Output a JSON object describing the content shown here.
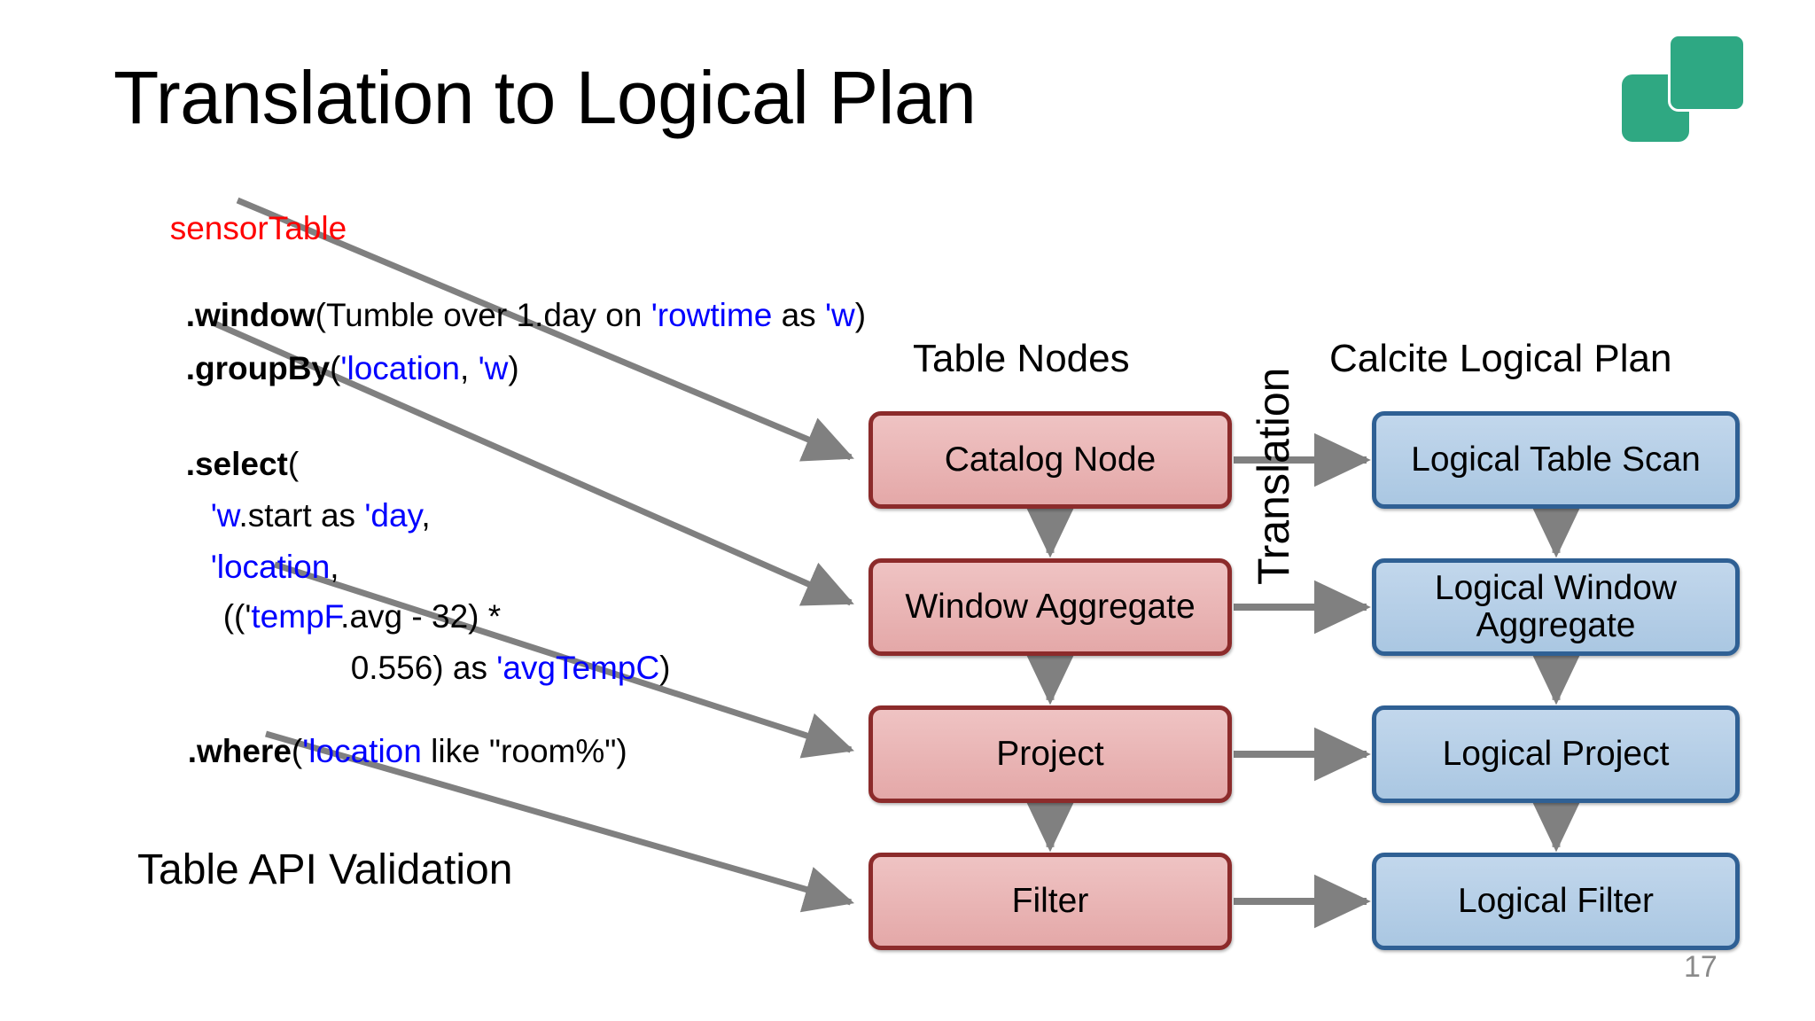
{
  "slide": {
    "title": "Translation to Logical Plan",
    "page_number": "17",
    "background_color": "#ffffff"
  },
  "logo": {
    "name": "data-artisans-logo",
    "color": "#2fa882"
  },
  "code_block": {
    "caption": "Table API Validation",
    "table_name": "sensorTable",
    "table_name_color": "#ff0000",
    "symbol_color": "#0000ff",
    "lines": [
      {
        "id": "l0",
        "text": "sensorTable"
      },
      {
        "id": "l1",
        "method": ".window",
        "rest_a": "(Tumble over 1.day on ",
        "sym_a": "'rowtime",
        "rest_b": " as ",
        "sym_b": "'w",
        "rest_c": ")"
      },
      {
        "id": "l2",
        "method": ".groupBy",
        "rest_a": "(",
        "sym_a": "'location",
        "rest_b": ", ",
        "sym_b": "'w",
        "rest_c": ")"
      },
      {
        "id": "l3",
        "method": ".select",
        "rest_a": "("
      },
      {
        "id": "l4",
        "sym_a": "'w",
        "rest_a": ".start as ",
        "sym_b": "'day",
        "rest_b": ","
      },
      {
        "id": "l5",
        "sym_a": "'location",
        "rest_a": ","
      },
      {
        "id": "l6",
        "rest_a": "(('",
        "sym_a": "tempF",
        "rest_b": ".avg - 32) *"
      },
      {
        "id": "l7",
        "rest_a": "0.556) as ",
        "sym_a": "'avgTempC",
        "rest_b": ")"
      },
      {
        "id": "l8",
        "method": ".where",
        "rest_a": "(",
        "sym_a": "'location",
        "rest_b": " like \"room%\")"
      }
    ]
  },
  "columns": {
    "table_nodes_heading": "Table Nodes",
    "calcite_heading": "Calcite Logical Plan",
    "translation_label": "Translation"
  },
  "table_nodes": [
    {
      "label": "Catalog Node"
    },
    {
      "label": "Window Aggregate"
    },
    {
      "label": "Project"
    },
    {
      "label": "Filter"
    }
  ],
  "calcite_nodes": [
    {
      "label": "Logical Table Scan"
    },
    {
      "label": "Logical Window Aggregate"
    },
    {
      "label": "Logical Project"
    },
    {
      "label": "Logical Filter"
    }
  ],
  "colors": {
    "node_red_fill": "#e8b0b0",
    "node_red_border": "#8c2b2b",
    "node_blue_fill": "#b4cde4",
    "node_blue_border": "#2f6094",
    "arrow_gray": "#808080",
    "page_number_gray": "#8a8a8a"
  }
}
